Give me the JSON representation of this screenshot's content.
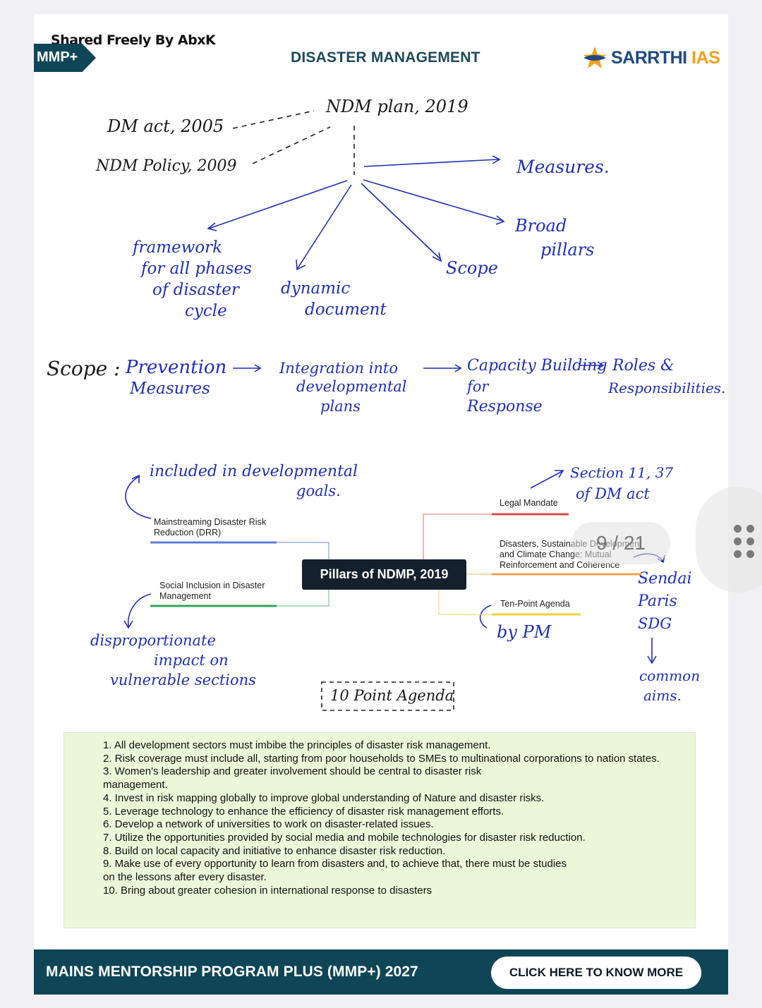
{
  "header": {
    "watermark": "Shared Freely By AbxK",
    "badge": "MMP+",
    "title": "DISASTER MANAGEMENT",
    "logo_main": "SARRTHI",
    "logo_accent": "IAS"
  },
  "notes": {
    "ndm_plan": "NDM plan, 2019",
    "dm_act": "DM act, 2005",
    "ndm_policy": "NDM Policy, 2009",
    "measures": "Measures.",
    "broad": "Broad",
    "pillars": "pillars",
    "scope_branch": "Scope",
    "dynamic_1": "dynamic",
    "dynamic_2": "document",
    "framework_1": "framework",
    "framework_2": "for all phases",
    "framework_3": "of disaster",
    "framework_4": "cycle",
    "scope_label": "Scope :",
    "prevention_1": "Prevention",
    "prevention_2": "Measures",
    "integration_1": "Integration into",
    "integration_2": "developmental",
    "integration_3": "plans",
    "capacity_1": "Capacity Building",
    "capacity_2": "for",
    "capacity_3": "Response",
    "roles_1": "Roles &",
    "roles_2": "Responsibilities.",
    "included_1": "included in developmental",
    "included_2": "goals.",
    "section_1": "Section 11, 37",
    "section_2": "of DM act",
    "sendai": "Sendai",
    "paris": "Paris",
    "sdg": "SDG",
    "common_1": "common",
    "common_2": "aims.",
    "by_pm": "by PM",
    "dispro_1": "disproportionate",
    "dispro_2": "impact on",
    "dispro_3": "vulnerable sections",
    "ten_point": "10 Point Agenda"
  },
  "mindmap": {
    "center": "Pillars of NDMP, 2019",
    "left": [
      {
        "label": "Mainstreaming Disaster Risk Reduction (DRR)",
        "color": "#5b7fd6"
      },
      {
        "label": "Social Inclusion in Disaster Management",
        "color": "#2fa55b"
      }
    ],
    "right": [
      {
        "label": "Legal Mandate",
        "color": "#e04d4d"
      },
      {
        "label": "Disasters, Sustainable Development and Climate Change: Mutual Reinforcement and Coherence",
        "color": "#f0a04a"
      },
      {
        "label": "Ten-Point Agenda",
        "color": "#f2d23c"
      }
    ]
  },
  "agenda": [
    "1.   All development sectors must imbibe the principles of disaster risk management.",
    "2.   Risk coverage must include all, starting from poor households to SMEs to multinational corporations to nation states.",
    "3.   Women's leadership and greater involvement should be central to disaster risk management.",
    "4.    Invest in risk mapping globally to improve global understanding of Nature and disaster risks.",
    "5.   Leverage technology to enhance the efficiency of disaster risk management efforts.",
    "6.   Develop a network of universities to work on disaster-related issues.",
    "7.   Utilize the opportunities provided by social media and mobile technologies for disaster risk reduction.",
    "8. Build on local capacity and initiative to enhance disaster risk reduction.",
    "9. Make use of every opportunity to learn from disasters and, to achieve that, there must be studies on the lessons after every disaster.",
    "10. Bring about greater cohesion in international response to disasters"
  ],
  "footer": {
    "program": "MAINS MENTORSHIP PROGRAM PLUS (MMP+) 2027",
    "cta": "CLICK HERE TO KNOW MORE"
  },
  "viewer": {
    "page_indicator": "9 / 21"
  }
}
